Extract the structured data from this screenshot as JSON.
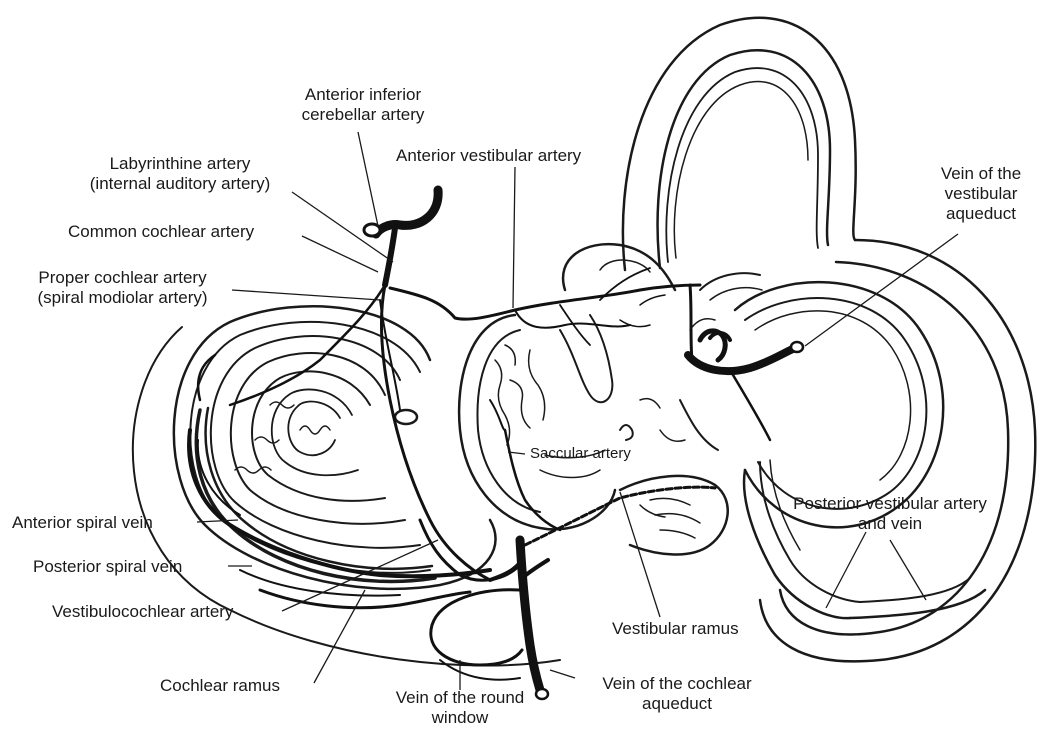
{
  "labels": {
    "aica_1": "Anterior inferior",
    "aica_2": "cerebellar artery",
    "labyrinthine_1": "Labyrinthine artery",
    "labyrinthine_2": "(internal auditory artery)",
    "common_cochlear": "Common cochlear artery",
    "proper_cochlear_1": "Proper cochlear artery",
    "proper_cochlear_2": "(spiral modiolar artery)",
    "anterior_vestibular": "Anterior vestibular artery",
    "vestibular_aqueduct_1": "Vein of the",
    "vestibular_aqueduct_2": "vestibular",
    "vestibular_aqueduct_3": "aqueduct",
    "saccular": "Saccular artery",
    "posterior_vestibular_1": "Posterior vestibular artery",
    "posterior_vestibular_2": "and vein",
    "anterior_spiral_vein": "Anterior spiral vein",
    "posterior_spiral_vein": "Posterior spiral vein",
    "vestibulocochlear": "Vestibulocochlear artery",
    "vestibular_ramus": "Vestibular ramus",
    "cochlear_ramus": "Cochlear ramus",
    "round_window_1": "Vein of the round",
    "round_window_2": "window",
    "cochlear_aqueduct_1": "Vein of the cochlear",
    "cochlear_aqueduct_2": "aqueduct"
  },
  "colors": {
    "ink": "#1a1a1a",
    "background": "#ffffff"
  }
}
